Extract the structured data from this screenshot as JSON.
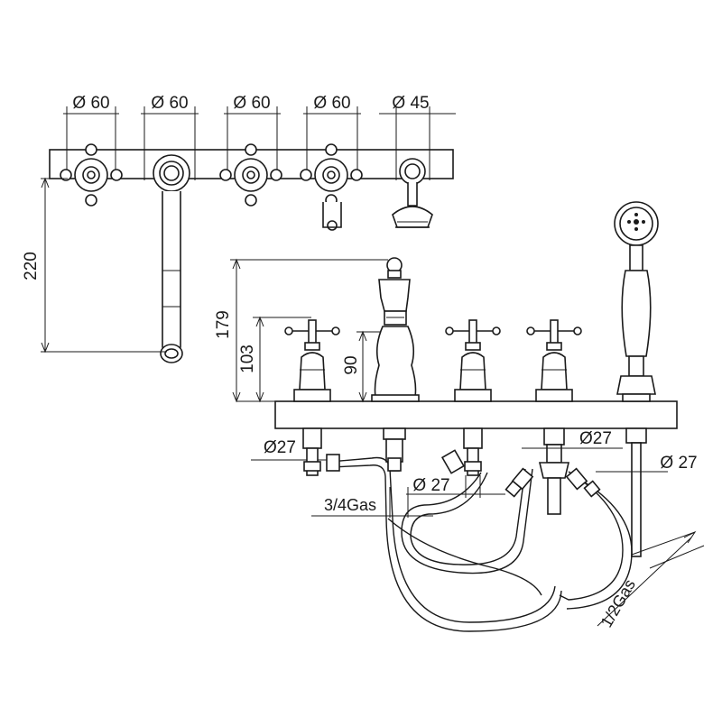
{
  "dimensions": {
    "top_diameters": [
      "Ø 60",
      "Ø 60",
      "Ø 60",
      "Ø 60",
      "Ø 45"
    ],
    "height_left": "220",
    "height_179": "179",
    "height_103": "103",
    "height_90": "90",
    "d27_left": "Ø27",
    "d27_mid": "Ø 27",
    "d27_center": "Ø27",
    "d27_right": "Ø 27",
    "gas_34": "3/4Gas",
    "gas_12": "1/2Gas"
  }
}
